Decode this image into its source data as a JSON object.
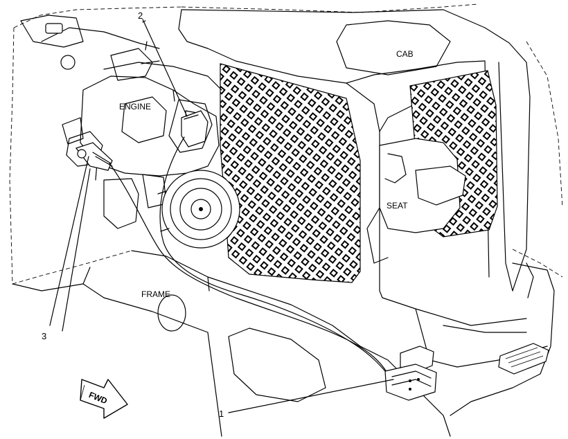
{
  "labels": {
    "cab": "CAB",
    "engine": "ENGINE",
    "seat": "SEAT",
    "frame": "FRAME",
    "fwd": "FWD"
  },
  "callouts": {
    "c1": "1",
    "c2": "2",
    "c3": "3"
  }
}
